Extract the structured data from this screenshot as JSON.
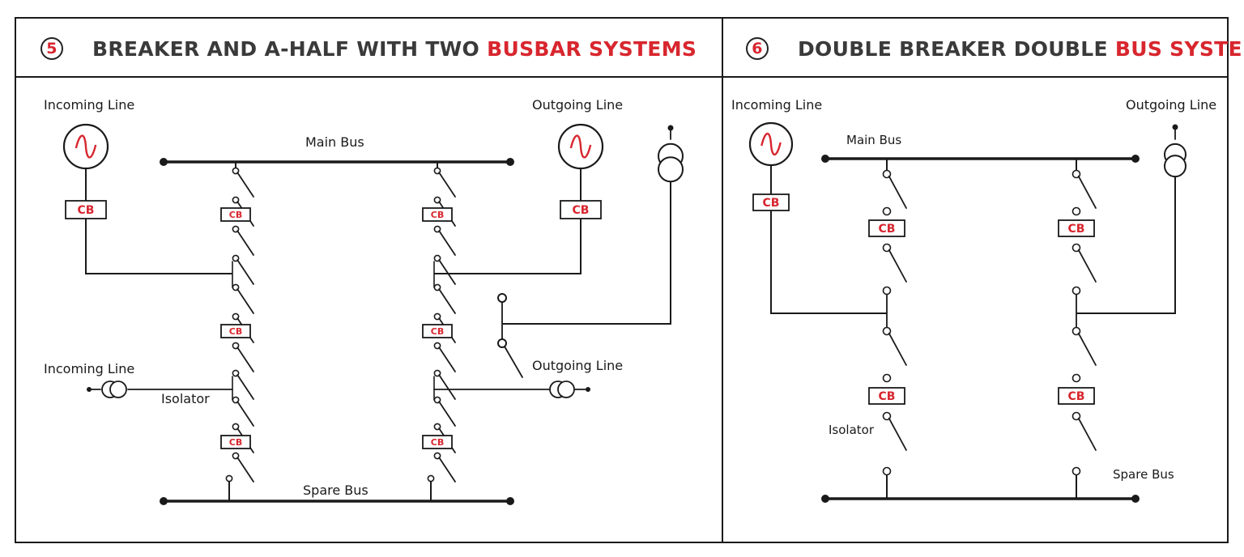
{
  "panel_left": {
    "number": "5",
    "title_main": "BREAKER AND A-HALF WITH TWO ",
    "title_accent": "BUSBAR SYSTEMS",
    "labels": {
      "incoming_line_top": "Incoming Line",
      "outgoing_line_top": "Outgoing Line",
      "main_bus": "Main Bus",
      "incoming_line_bottom": "Incoming Line",
      "isolator": "Isolator",
      "outgoing_line_bottom": "Outgoing Line",
      "spare_bus": "Spare Bus"
    }
  },
  "panel_right": {
    "number": "6",
    "title_main": "DOUBLE BREAKER DOUBLE ",
    "title_accent": "BUS SYSTEM",
    "labels": {
      "incoming_line": "Incoming Line",
      "outgoing_line": "Outgoing Line",
      "main_bus": "Main Bus",
      "isolator": "Isolator",
      "spare_bus": "Spare Bus"
    }
  },
  "cb_label": "CB",
  "colors": {
    "accent": "#d8262e",
    "line": "#1a1a1a",
    "title": "#3a3a3a"
  }
}
